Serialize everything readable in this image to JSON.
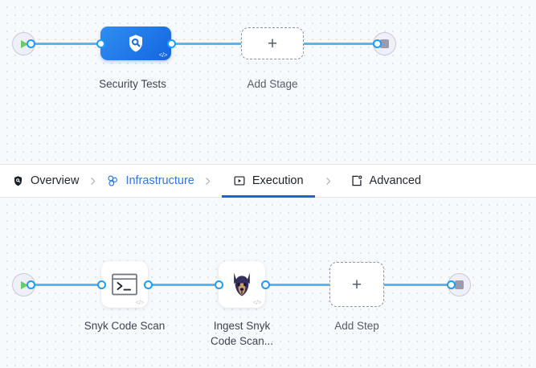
{
  "theme": {
    "canvas_bg": "#f7fafc",
    "grid_dot": "#d7dde6",
    "connector_line": "#5cb3f0",
    "connector_dot_ring": "#1a9dfc",
    "stage_node_gradient_from": "#2f8ef0",
    "stage_node_gradient_to": "#1565e0",
    "accent_blue": "#2d77e0",
    "active_underline": "#1c64d1",
    "play_green": "#69cb6a",
    "stop_gray": "#9b9bad",
    "endpoint_fill": "#efeff7",
    "snyk_navy": "#29264f",
    "snyk_tan": "#c99a6d"
  },
  "stage_pipeline": {
    "start_node": {
      "icon": "play-icon",
      "label": ""
    },
    "end_node": {
      "icon": "stop-icon",
      "label": ""
    },
    "nodes": [
      {
        "id": "security-tests",
        "label": "Security Tests",
        "icon": "shield-search-icon",
        "badge": "</>",
        "type": "stage"
      },
      {
        "id": "add-stage",
        "label": "Add Stage",
        "icon": "plus-icon",
        "type": "add"
      }
    ]
  },
  "tabs": {
    "items": [
      {
        "id": "overview",
        "label": "Overview",
        "icon": "shield-icon",
        "state": "default"
      },
      {
        "id": "infrastructure",
        "label": "Infrastructure",
        "icon": "cluster-nodes-icon",
        "state": "accent"
      },
      {
        "id": "execution",
        "label": "Execution",
        "icon": "play-box-icon",
        "state": "active"
      },
      {
        "id": "advanced",
        "label": "Advanced",
        "icon": "settings-window-icon",
        "state": "default"
      }
    ],
    "separator_icon": "chevron-right-icon"
  },
  "step_pipeline": {
    "start_node": {
      "icon": "play-icon",
      "label": ""
    },
    "end_node": {
      "icon": "stop-icon",
      "label": ""
    },
    "nodes": [
      {
        "id": "snyk-code-scan",
        "label": "Snyk Code Scan",
        "icon": "terminal-icon",
        "badge": "</>",
        "type": "step"
      },
      {
        "id": "ingest-snyk-code-scan",
        "label": "Ingest Snyk\nCode Scan...",
        "icon": "snyk-dog-icon",
        "badge": "</>",
        "type": "step"
      },
      {
        "id": "add-step",
        "label": "Add Step",
        "icon": "plus-icon",
        "type": "add"
      }
    ]
  }
}
